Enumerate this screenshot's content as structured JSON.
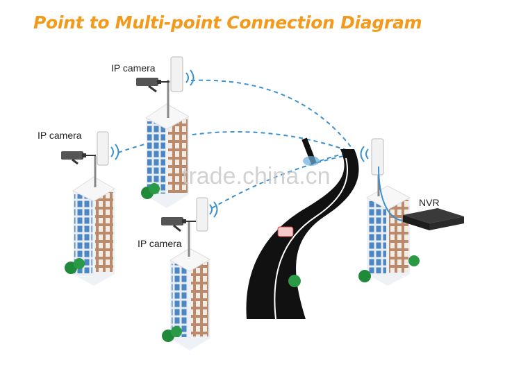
{
  "diagram": {
    "title": "Point to Multi-point Connection Diagram",
    "watermark": "trade.china.cn",
    "labels": {
      "camera_top": "IP camera",
      "camera_left": "IP camera",
      "camera_middle": "IP camera",
      "nvr": "NVR"
    },
    "colors": {
      "title": "#f39a1c",
      "link": "#3a90d0",
      "building_blue": "#4e86c4",
      "building_brick": "#b98a6c",
      "road": "#111111",
      "tree": "#1f8a3a"
    }
  }
}
